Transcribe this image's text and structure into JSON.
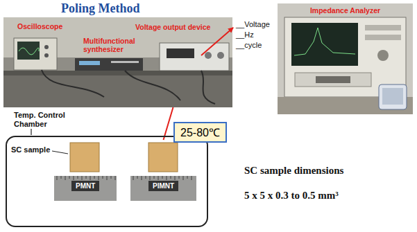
{
  "diagram": {
    "title": "Poling Method",
    "nodes": [
      {
        "text": [
          "Oscilloscope",
          "Multifunctional synthesizer",
          "Voltage output device"
        ]
      },
      {
        "text": [
          "Impedance Analyzer"
        ]
      },
      {
        "text": [
          "Temp. Control Chamber"
        ]
      },
      {
        "text": [
          "PMNT"
        ],
        "in": 2
      },
      {
        "text": [
          "PIMNT"
        ],
        "in": 2
      },
      {
        "text": [
          "25-80℃"
        ]
      }
    ],
    "edges": [
      {
        "from": 0,
        "to": 4,
        "arrow": "none"
      }
    ],
    "labels": [
      "__Voltage",
      "__Hz",
      "__cycle",
      "SC sample",
      "SC sample dimensions",
      "5 x 5 x 0.3 to 0.5 mm³"
    ]
  }
}
